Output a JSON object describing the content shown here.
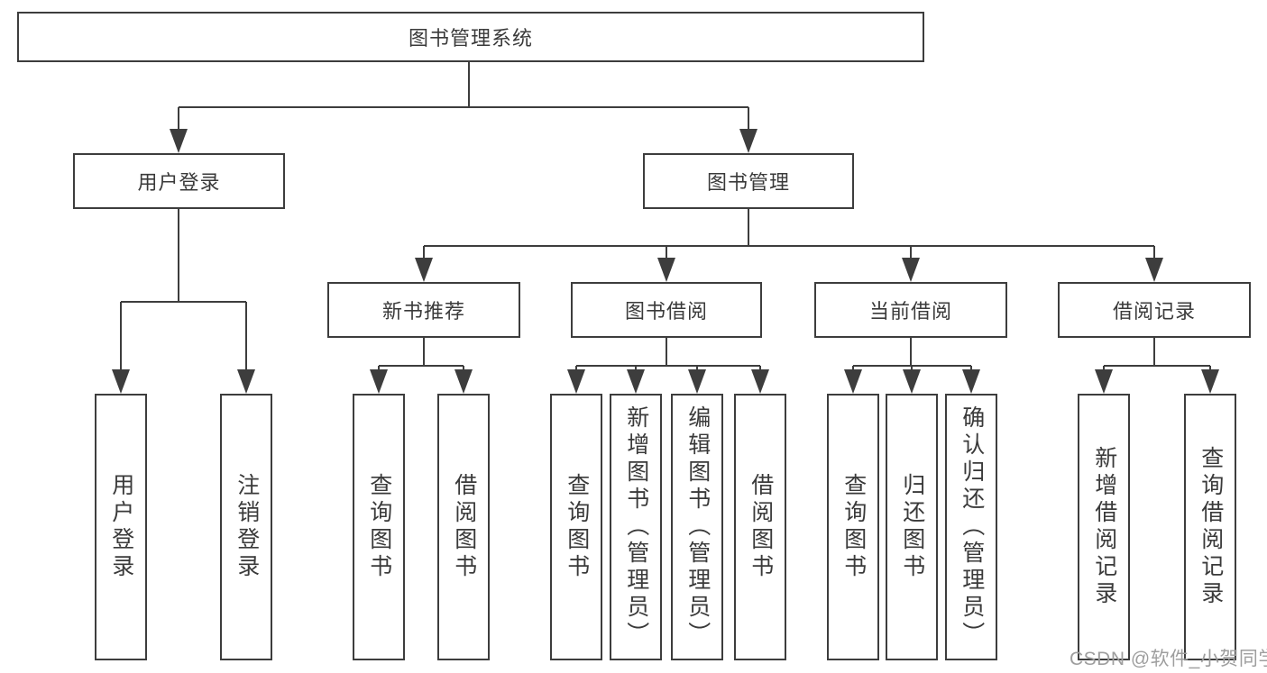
{
  "tree": {
    "root": {
      "label": "图书管理系统"
    },
    "login": {
      "label": "用户登录",
      "children": [
        {
          "label": "用户登录"
        },
        {
          "label": "注销登录"
        }
      ]
    },
    "management": {
      "label": "图书管理",
      "sections": [
        {
          "label": "新书推荐",
          "children": [
            {
              "label": "查询图书"
            },
            {
              "label": "借阅图书"
            }
          ]
        },
        {
          "label": "图书借阅",
          "children": [
            {
              "label": "查询图书"
            },
            {
              "label": "新增图书（管理员）"
            },
            {
              "label": "编辑图书（管理员）"
            },
            {
              "label": "借阅图书"
            }
          ]
        },
        {
          "label": "当前借阅",
          "children": [
            {
              "label": "查询图书"
            },
            {
              "label": "归还图书"
            },
            {
              "label": "确认归还（管理员）"
            }
          ]
        },
        {
          "label": "借阅记录",
          "children": [
            {
              "label": "新增借阅记录"
            },
            {
              "label": "查询借阅记录"
            }
          ]
        }
      ]
    }
  },
  "watermark": {
    "text": "CSDN @软件_小贺同学"
  },
  "colors": {
    "line": "#3d3d3d",
    "text": "#3a3a3a",
    "watermark": "#9e9e9e",
    "background": "#ffffff"
  }
}
